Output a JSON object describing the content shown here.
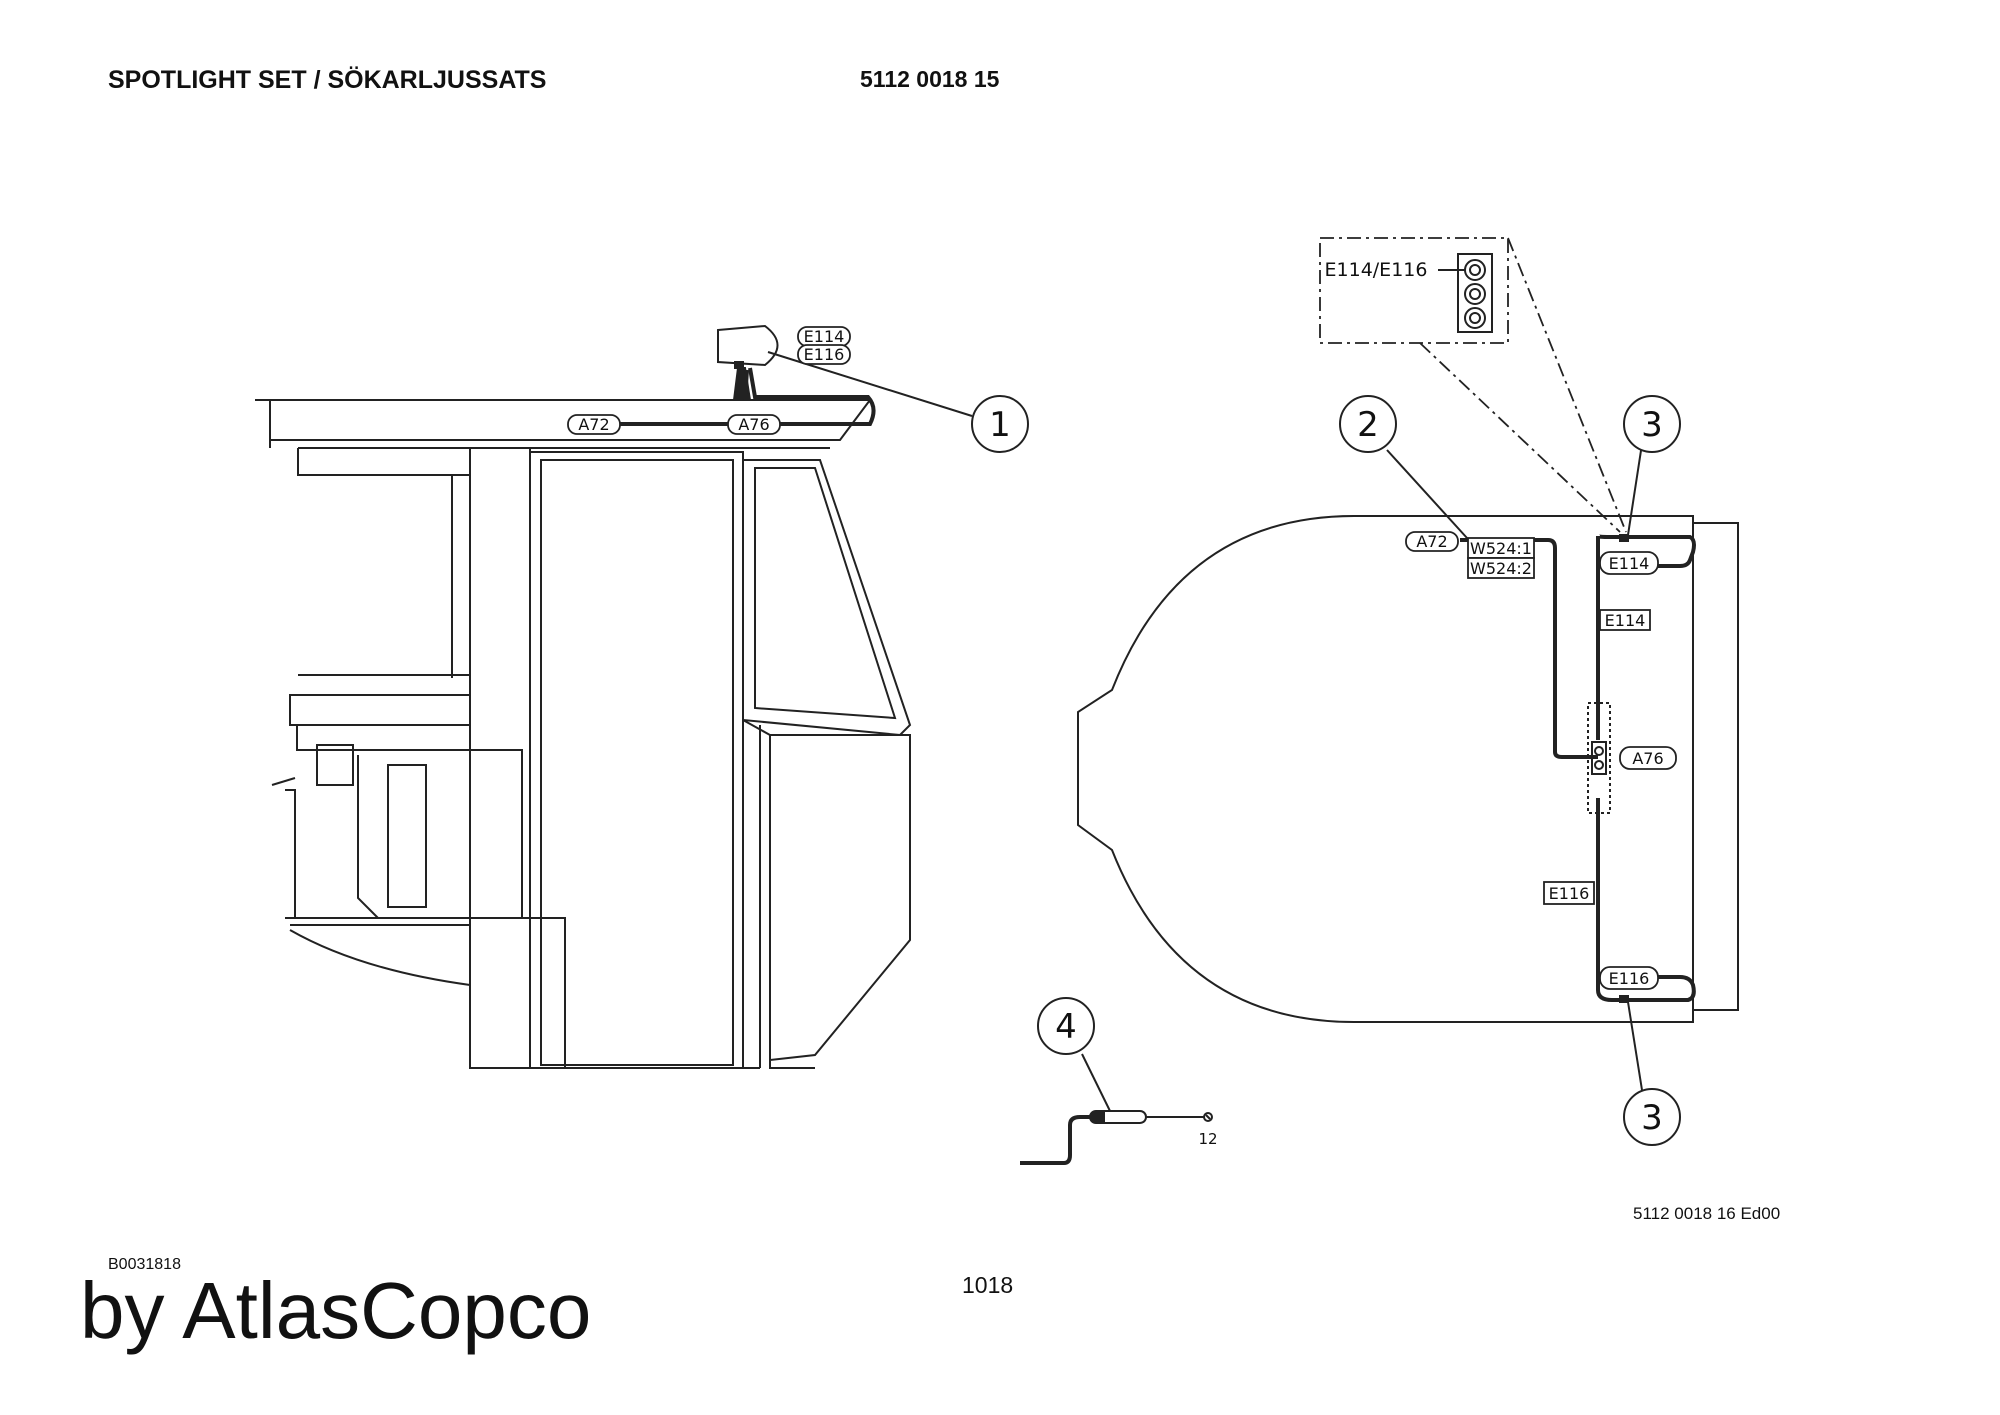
{
  "header": {
    "title": "SPOTLIGHT SET / SÖKARLJUSSATS",
    "part_number": "5112 0018 15"
  },
  "callouts": {
    "c1": "1",
    "c2": "2",
    "c3a": "3",
    "c3b": "3",
    "c4": "4"
  },
  "labels": {
    "e114_side": "E114",
    "e116_side": "E116",
    "a72_side": "A72",
    "a76_side": "A76",
    "detail_lamp": "E114/E116",
    "a72_top": "A72",
    "w524_1": "W524:1",
    "w524_2": "W524:2",
    "e114_top_round": "E114",
    "e114_top_box": "E114",
    "a76_top": "A76",
    "e116_top_box": "E116",
    "e116_top_round": "E116",
    "fuse_value": "12"
  },
  "footer": {
    "drawing_ref": "5112 0018 16 Ed00",
    "bcode": "B0031818",
    "page_number": "1018",
    "brand": "by AtlasCopco"
  }
}
